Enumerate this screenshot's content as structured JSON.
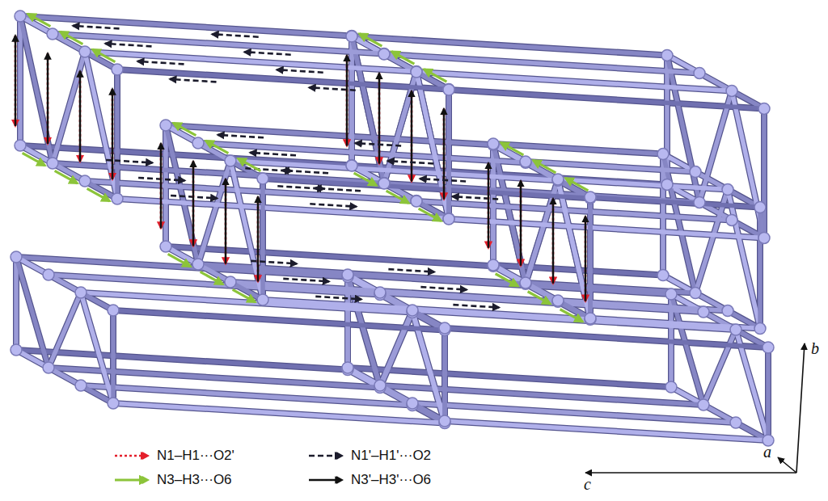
{
  "diagram": {
    "labels": [
      "a",
      "b",
      "c"
    ],
    "legend": [
      {
        "text": "N1–H1···O2'"
      },
      {
        "text": "N1'–H1'···O2"
      },
      {
        "text": "N3–H3···O6"
      },
      {
        "text": "N3'–H3'···O6"
      }
    ]
  }
}
